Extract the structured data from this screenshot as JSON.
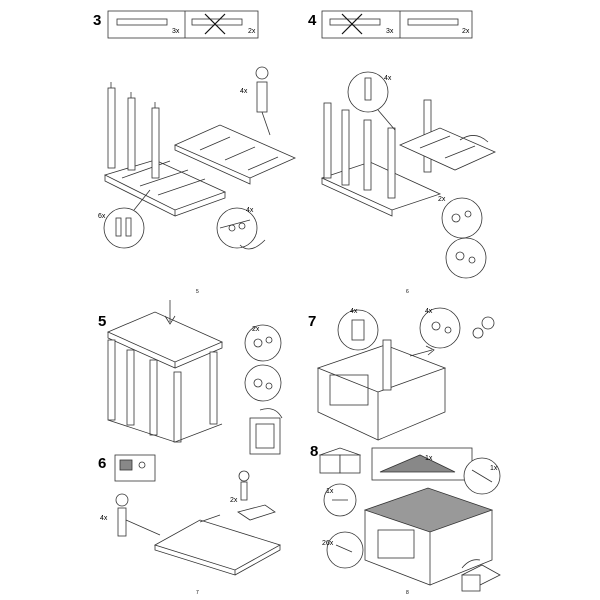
{
  "steps": [
    {
      "number": "3",
      "parts": [
        {
          "qty": "3x"
        },
        {
          "qty": "2x"
        }
      ],
      "callouts": [
        "4x",
        "6x",
        "4x"
      ]
    },
    {
      "number": "4",
      "parts": [
        {
          "qty": "3x"
        },
        {
          "qty": "2x"
        }
      ],
      "callouts": [
        "4x",
        "2x"
      ]
    },
    {
      "number": "5",
      "callouts": [
        "2x"
      ]
    },
    {
      "number": "6",
      "callouts": [
        "4x",
        "2x"
      ]
    },
    {
      "number": "7",
      "callouts": [
        "4x",
        "4x"
      ]
    },
    {
      "number": "8",
      "callouts": [
        "1x",
        "1x",
        "1x",
        "26x"
      ]
    }
  ],
  "page_numbers": [
    "5",
    "6",
    "7",
    "8"
  ]
}
